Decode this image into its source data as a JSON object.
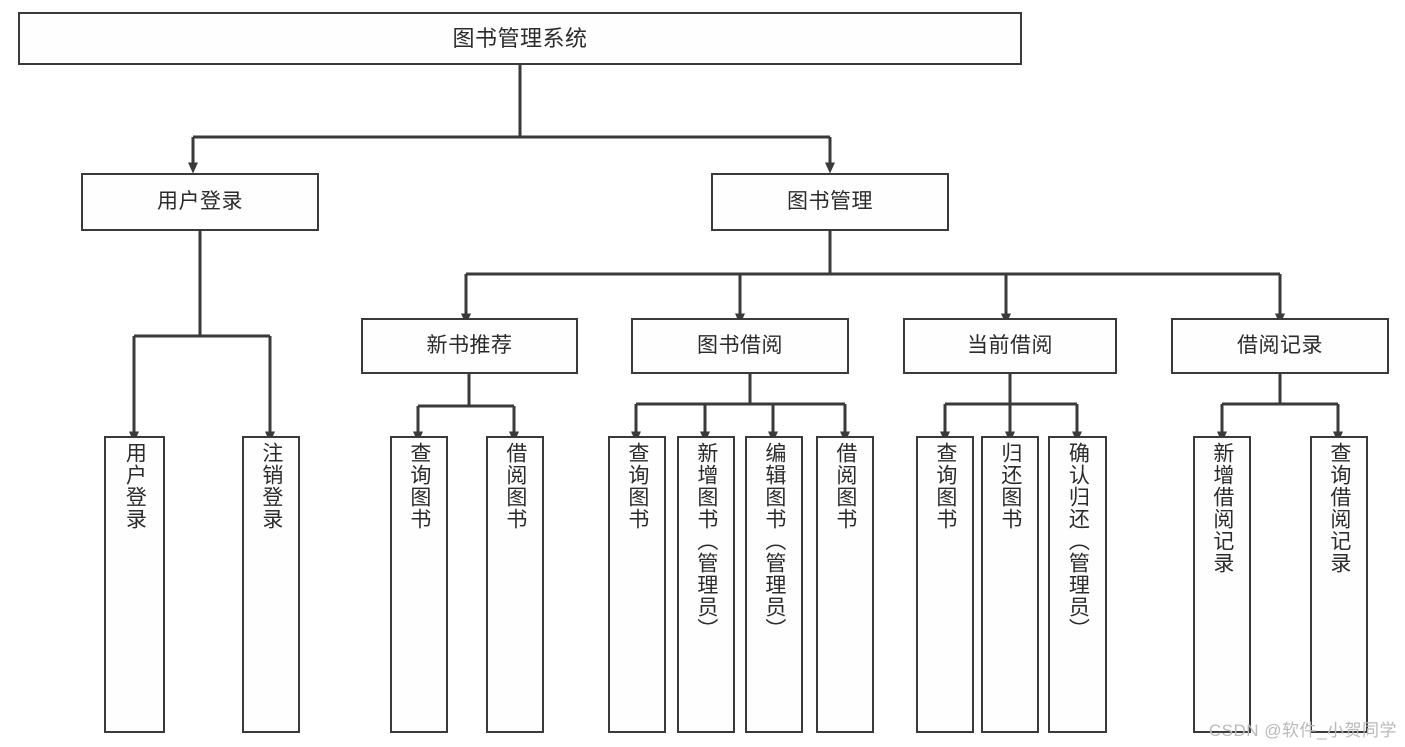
{
  "diagram": {
    "title": "图书管理系统",
    "type": "tree-hierarchy-chart",
    "root": {
      "id": "root",
      "label": "图书管理系统"
    },
    "level1": [
      {
        "id": "user-login",
        "label": "用户登录"
      },
      {
        "id": "book-manage",
        "label": "图书管理"
      }
    ],
    "level2": [
      {
        "id": "new-book-recommend",
        "label": "新书推荐",
        "parent": "book-manage"
      },
      {
        "id": "book-borrow",
        "label": "图书借阅",
        "parent": "book-manage"
      },
      {
        "id": "current-borrow",
        "label": "当前借阅",
        "parent": "book-manage"
      },
      {
        "id": "borrow-record",
        "label": "借阅记录",
        "parent": "book-manage"
      }
    ],
    "leaves": {
      "user-login": [
        {
          "id": "leaf-user-login",
          "label": "用户登录"
        },
        {
          "id": "leaf-logout",
          "label": "注销登录"
        }
      ],
      "new-book-recommend": [
        {
          "id": "leaf-query-book-1",
          "label": "查询图书"
        },
        {
          "id": "leaf-borrow-book-1",
          "label": "借阅图书"
        }
      ],
      "book-borrow": [
        {
          "id": "leaf-query-book-2",
          "label": "查询图书"
        },
        {
          "id": "leaf-add-book",
          "label": "新增图书（管理员）"
        },
        {
          "id": "leaf-edit-book",
          "label": "编辑图书（管理员）"
        },
        {
          "id": "leaf-borrow-book-2",
          "label": "借阅图书"
        }
      ],
      "current-borrow": [
        {
          "id": "leaf-query-book-3",
          "label": "查询图书"
        },
        {
          "id": "leaf-return-book",
          "label": "归还图书"
        },
        {
          "id": "leaf-confirm-return",
          "label": "确认归还（管理员）"
        }
      ],
      "borrow-record": [
        {
          "id": "leaf-add-record",
          "label": "新增借阅记录"
        },
        {
          "id": "leaf-query-record",
          "label": "查询借阅记录"
        }
      ]
    },
    "watermark": "CSDN @软件_小贺同学",
    "colors": {
      "border": "#3a3a3a",
      "text": "#2b2b2b",
      "background": "#ffffff",
      "edge": "#3a3a3a",
      "watermark": "#b9b9b9"
    }
  }
}
